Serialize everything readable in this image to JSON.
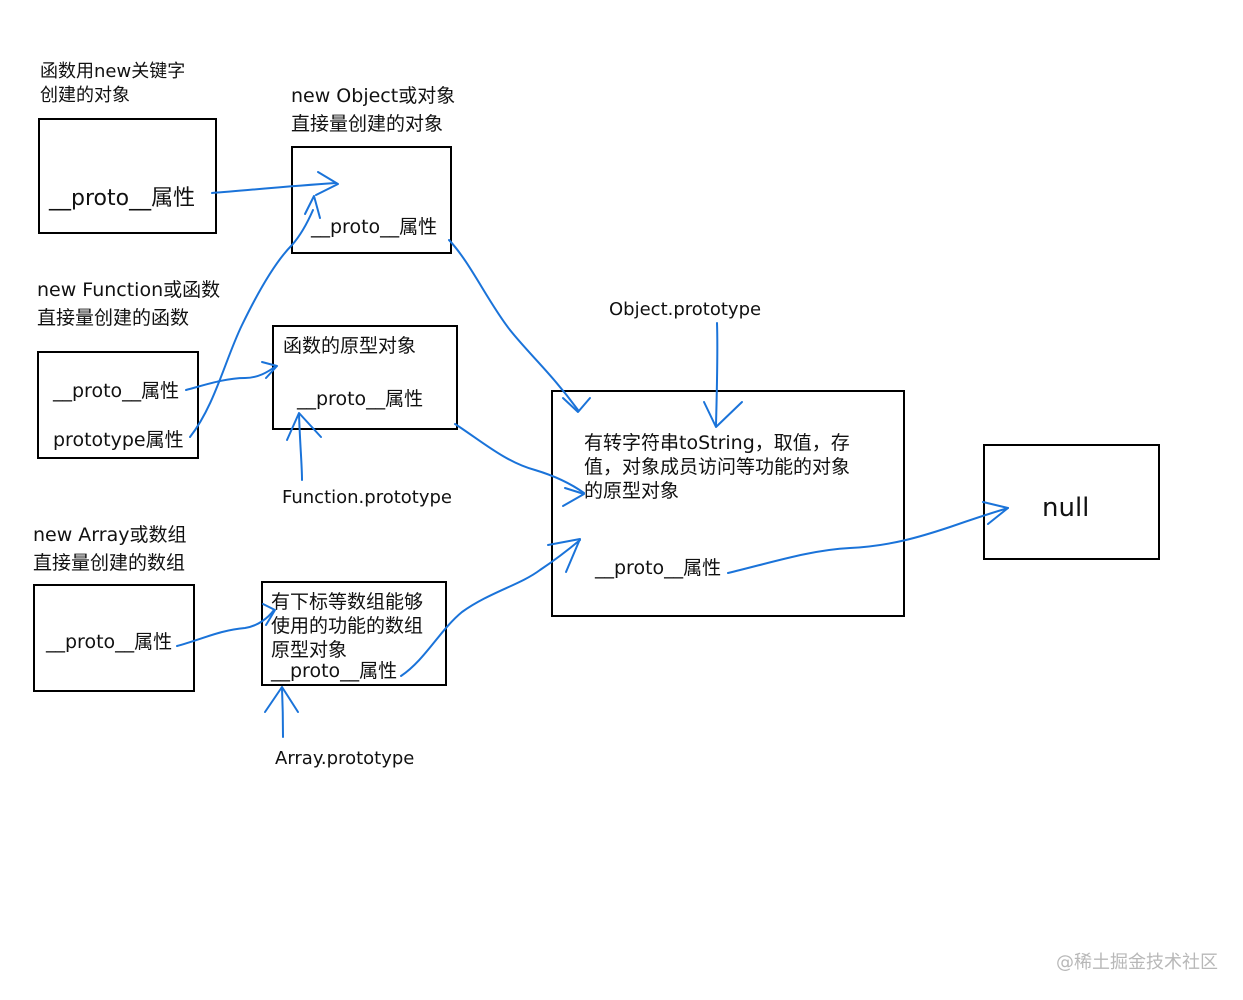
{
  "groups": {
    "new_keyword": {
      "caption_1": "函数用new关键字",
      "caption_2": "创建的对象",
      "proto_label": "__proto__属性"
    },
    "object_literal": {
      "caption_1": "new Object或对象",
      "caption_2": "直接量创建的对象",
      "proto_label": "__proto__属性"
    },
    "function_literal": {
      "caption_1": "new Function或函数",
      "caption_2": "直接量创建的函数",
      "proto_label": "__proto__属性",
      "prototype_label": "prototype属性"
    },
    "function_prototype": {
      "title": "函数的原型对象",
      "proto_label": "__proto__属性",
      "pointer_label": "Function.prototype"
    },
    "array_literal": {
      "caption_1": "new Array或数组",
      "caption_2": "直接量创建的数组",
      "proto_label": "__proto__属性"
    },
    "array_prototype": {
      "line_1": "有下标等数组能够",
      "line_2": "使用的功能的数组",
      "line_3": "原型对象",
      "proto_label": "__proto__属性",
      "pointer_label": "Array.prototype"
    },
    "object_prototype": {
      "pointer_label": "Object.prototype",
      "line_1": "有转字符串toString，取值，存",
      "line_2": "值，对象成员访问等功能的对象",
      "line_3": "的原型对象",
      "proto_label": "__proto__属性"
    },
    "null_box": {
      "label": "null"
    }
  },
  "watermark": "@稀土掘金技术社区",
  "colors": {
    "arrow": "#1a73d9",
    "border": "#000000",
    "watermark": "#b8b8b8"
  }
}
